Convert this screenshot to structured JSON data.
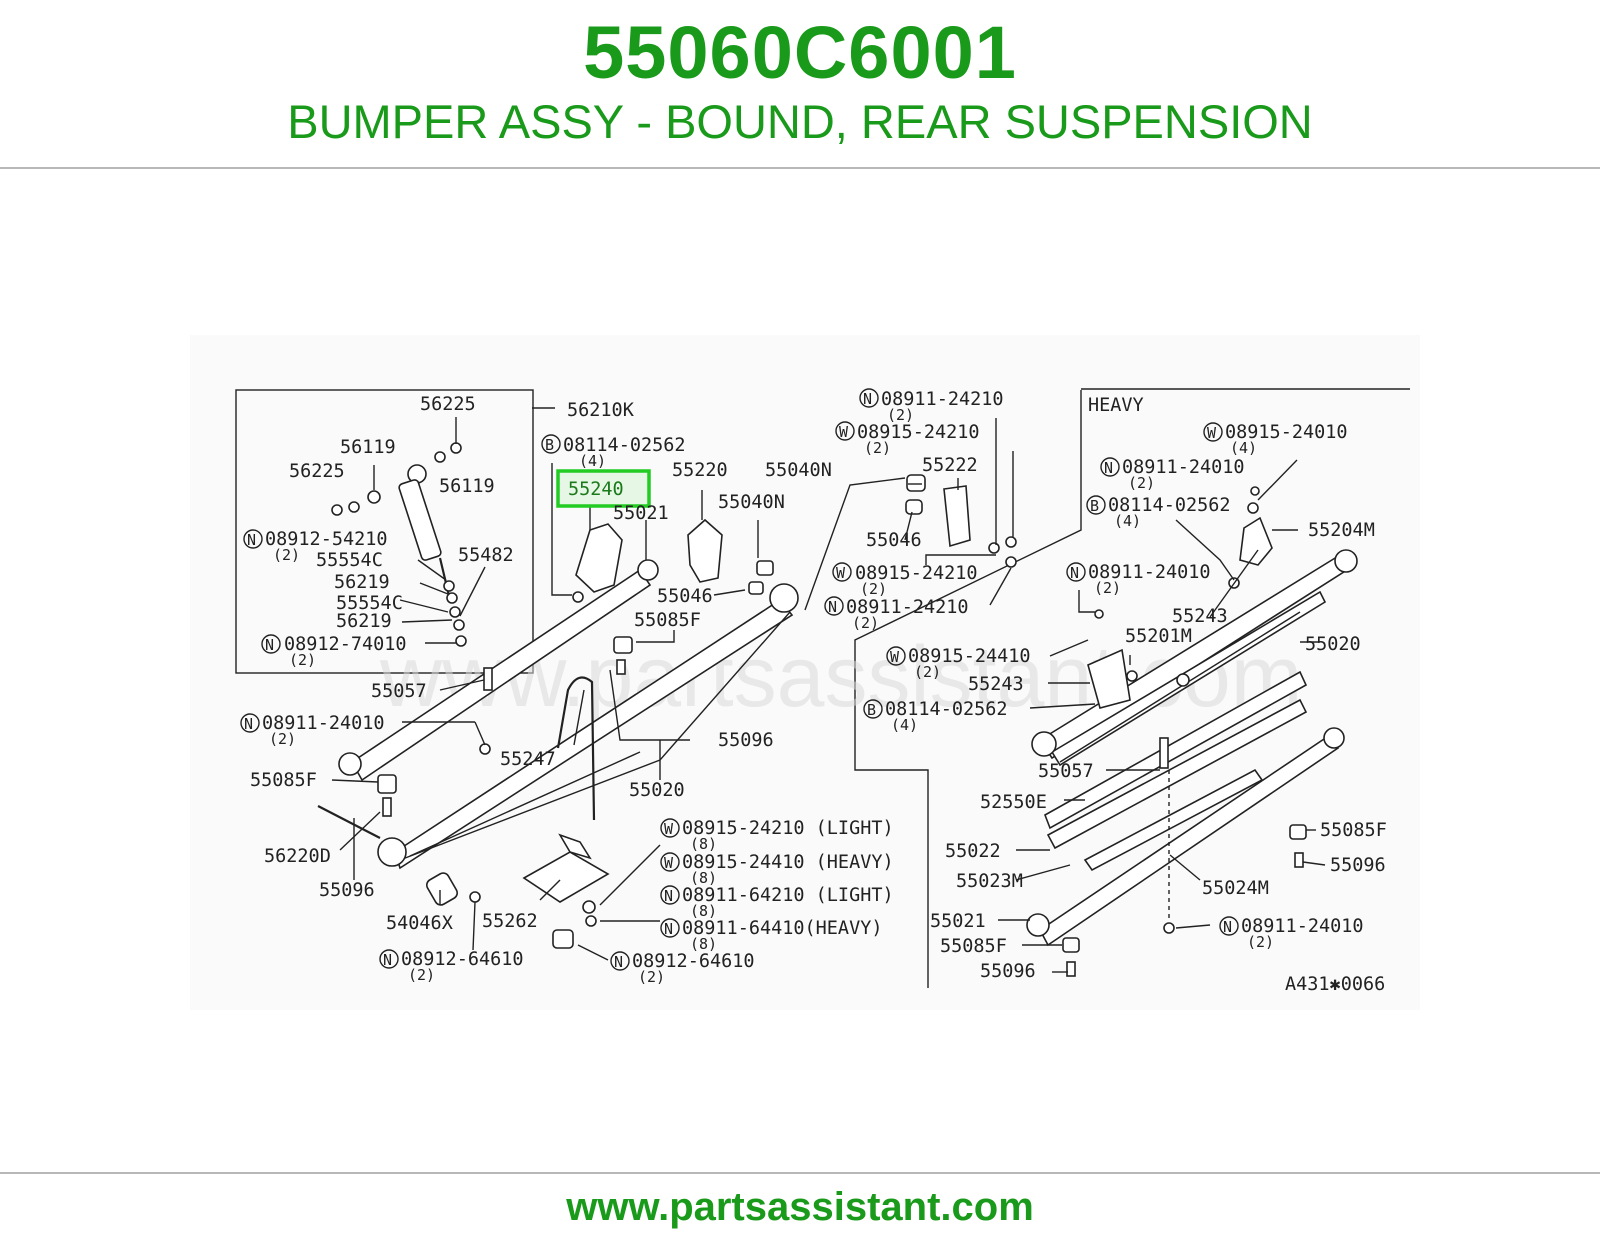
{
  "header": {
    "part_number": "55060C6001",
    "description": "BUMPER ASSY - BOUND, REAR SUSPENSION"
  },
  "footer": {
    "url": "www.partsassistant.com"
  },
  "watermark": "www.partsassistant.com",
  "colors": {
    "brand": "#1a9a1a",
    "highlight_box": "#22cc22",
    "rule": "#b8b8b8",
    "ink": "#222222"
  },
  "diagram": {
    "section_heavy_label": "HEAVY",
    "figure_code": "A431✱0066",
    "highlighted_part": "55240",
    "labels": {
      "p56225a": "56225",
      "p56210K": "56210K",
      "p56119a": "56119",
      "p56225b": "56225",
      "p56119b": "56119",
      "p08912_54210": "08912-54210",
      "q2_54210": "(2)",
      "p55554C_a": "55554C",
      "p55482": "55482",
      "p56219a": "56219",
      "p55554C_b": "55554C",
      "p56219b": "56219",
      "p08912_74010": "08912-74010",
      "q2_74010": "(2)",
      "p08114_02562_top": "08114-02562",
      "q4_02562_top": "(4)",
      "p55240": "55240",
      "p55220": "55220",
      "p55021a": "55021",
      "p55040N_a": "55040N",
      "p55040N_b": "55040N",
      "p08911_24210_top": "08911-24210",
      "q2_24210_top": "(2)",
      "p08915_24210_top": "08915-24210",
      "q2_w24210_top": "(2)",
      "p55222": "55222",
      "p55046a": "55046",
      "p55046b": "55046",
      "p55085F_a": "55085F",
      "p08915_24210_mid": "08915-24210",
      "q2_w24210_mid": "(2)",
      "p08911_24210_mid": "08911-24210",
      "q2_24210_mid": "(2)",
      "p55057a": "55057",
      "p08911_24010_left": "08911-24010",
      "q2_24010_left": "(2)",
      "p55247": "55247",
      "p55096a": "55096",
      "p55085F_b": "55085F",
      "p55020a": "55020",
      "p56220D": "56220D",
      "p55096b": "55096",
      "p54046X": "54046X",
      "p55262": "55262",
      "p08915_24210_light": "08915-24210 (LIGHT)",
      "q8a": "(8)",
      "p08915_24410_heavy": "08915-24410 (HEAVY)",
      "q8b": "(8)",
      "p08911_64210_light": "08911-64210 (LIGHT)",
      "q8c": "(8)",
      "p08911_64410_heavy": "08911-64410(HEAVY)",
      "q8d": "(8)",
      "p08912_64610_a": "08912-64610",
      "q2_64610_a": "(2)",
      "p08912_64610_b": "08912-64610",
      "q2_64610_b": "(2)",
      "p08915_24010_r": "08915-24010",
      "q4_24010_r": "(4)",
      "p08911_24010_r1": "08911-24010",
      "q2_24010_r1": "(2)",
      "p08114_02562_r": "08114-02562",
      "q4_02562_r": "(4)",
      "p55204M": "55204M",
      "p08911_24010_r2": "08911-24010",
      "q2_24010_r2": "(2)",
      "p55243a": "55243",
      "p55201M": "55201M",
      "p55020b": "55020",
      "p08915_24410_r": "08915-24410",
      "q2_24410_r": "(2)",
      "p55243b": "55243",
      "p08114_02562_r2": "08114-02562",
      "q4_02562_r2": "(4)",
      "p55057b": "55057",
      "p52550E": "52550E",
      "p55022": "55022",
      "p55023M": "55023M",
      "p55024M": "55024M",
      "p55085F_c": "55085F",
      "p55096c": "55096",
      "p55021b": "55021",
      "p55085F_d": "55085F",
      "p55096d": "55096",
      "p08911_24010_r3": "08911-24010",
      "q2_24010_r3": "(2)"
    },
    "prefixes": {
      "N": "N",
      "W": "W",
      "B": "B"
    }
  }
}
